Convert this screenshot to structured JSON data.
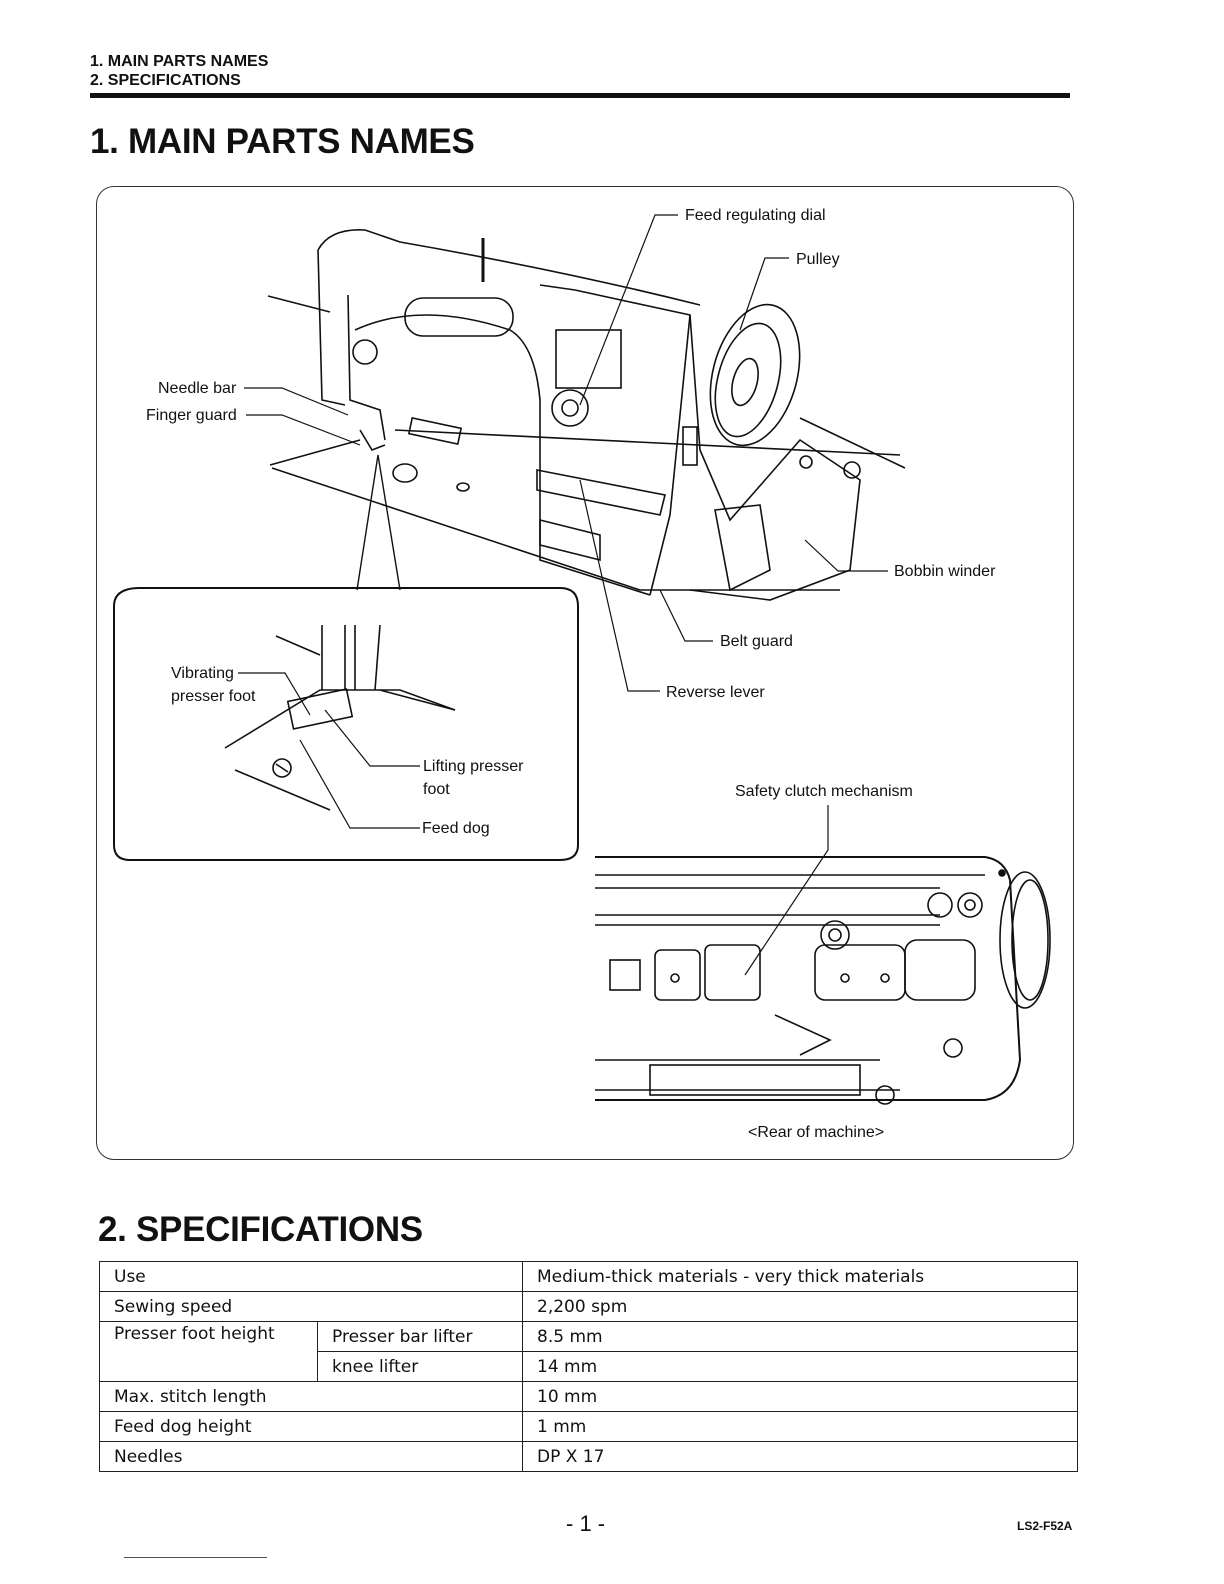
{
  "header": {
    "line1": "1. MAIN PARTS NAMES",
    "line2": "2. SPECIFICATIONS"
  },
  "section1": {
    "title": "1. MAIN PARTS NAMES",
    "labels": {
      "feed_regulating_dial": "Feed regulating dial",
      "pulley": "Pulley",
      "needle_bar": "Needle bar",
      "finger_guard": "Finger guard",
      "bobbin_winder": "Bobbin winder",
      "belt_guard": "Belt guard",
      "reverse_lever": "Reverse lever",
      "vibrating_1": "Vibrating",
      "vibrating_2": "presser foot",
      "lifting_1": "Lifting presser",
      "lifting_2": "foot",
      "feed_dog": "Feed dog",
      "safety_clutch": "Safety clutch mechanism",
      "rear": "<Rear of machine>"
    }
  },
  "section2": {
    "title": "2. SPECIFICATIONS",
    "rows": {
      "use": {
        "label": "Use",
        "value": "Medium-thick materials - very thick materials"
      },
      "speed": {
        "label": "Sewing speed",
        "value": "2,200 spm"
      },
      "presser": {
        "label": "Presser foot height",
        "sub1": "Presser bar lifter",
        "val1": "8.5 mm",
        "sub2": "knee lifter",
        "val2": "14 mm"
      },
      "stitch": {
        "label": "Max. stitch length",
        "value": "10 mm"
      },
      "feeddog": {
        "label": "Feed dog height",
        "value": "1 mm"
      },
      "needles": {
        "label": "Needles",
        "value": "DP X 17"
      }
    }
  },
  "footer": {
    "page": "- 1 -",
    "code": "LS2-F52A"
  }
}
